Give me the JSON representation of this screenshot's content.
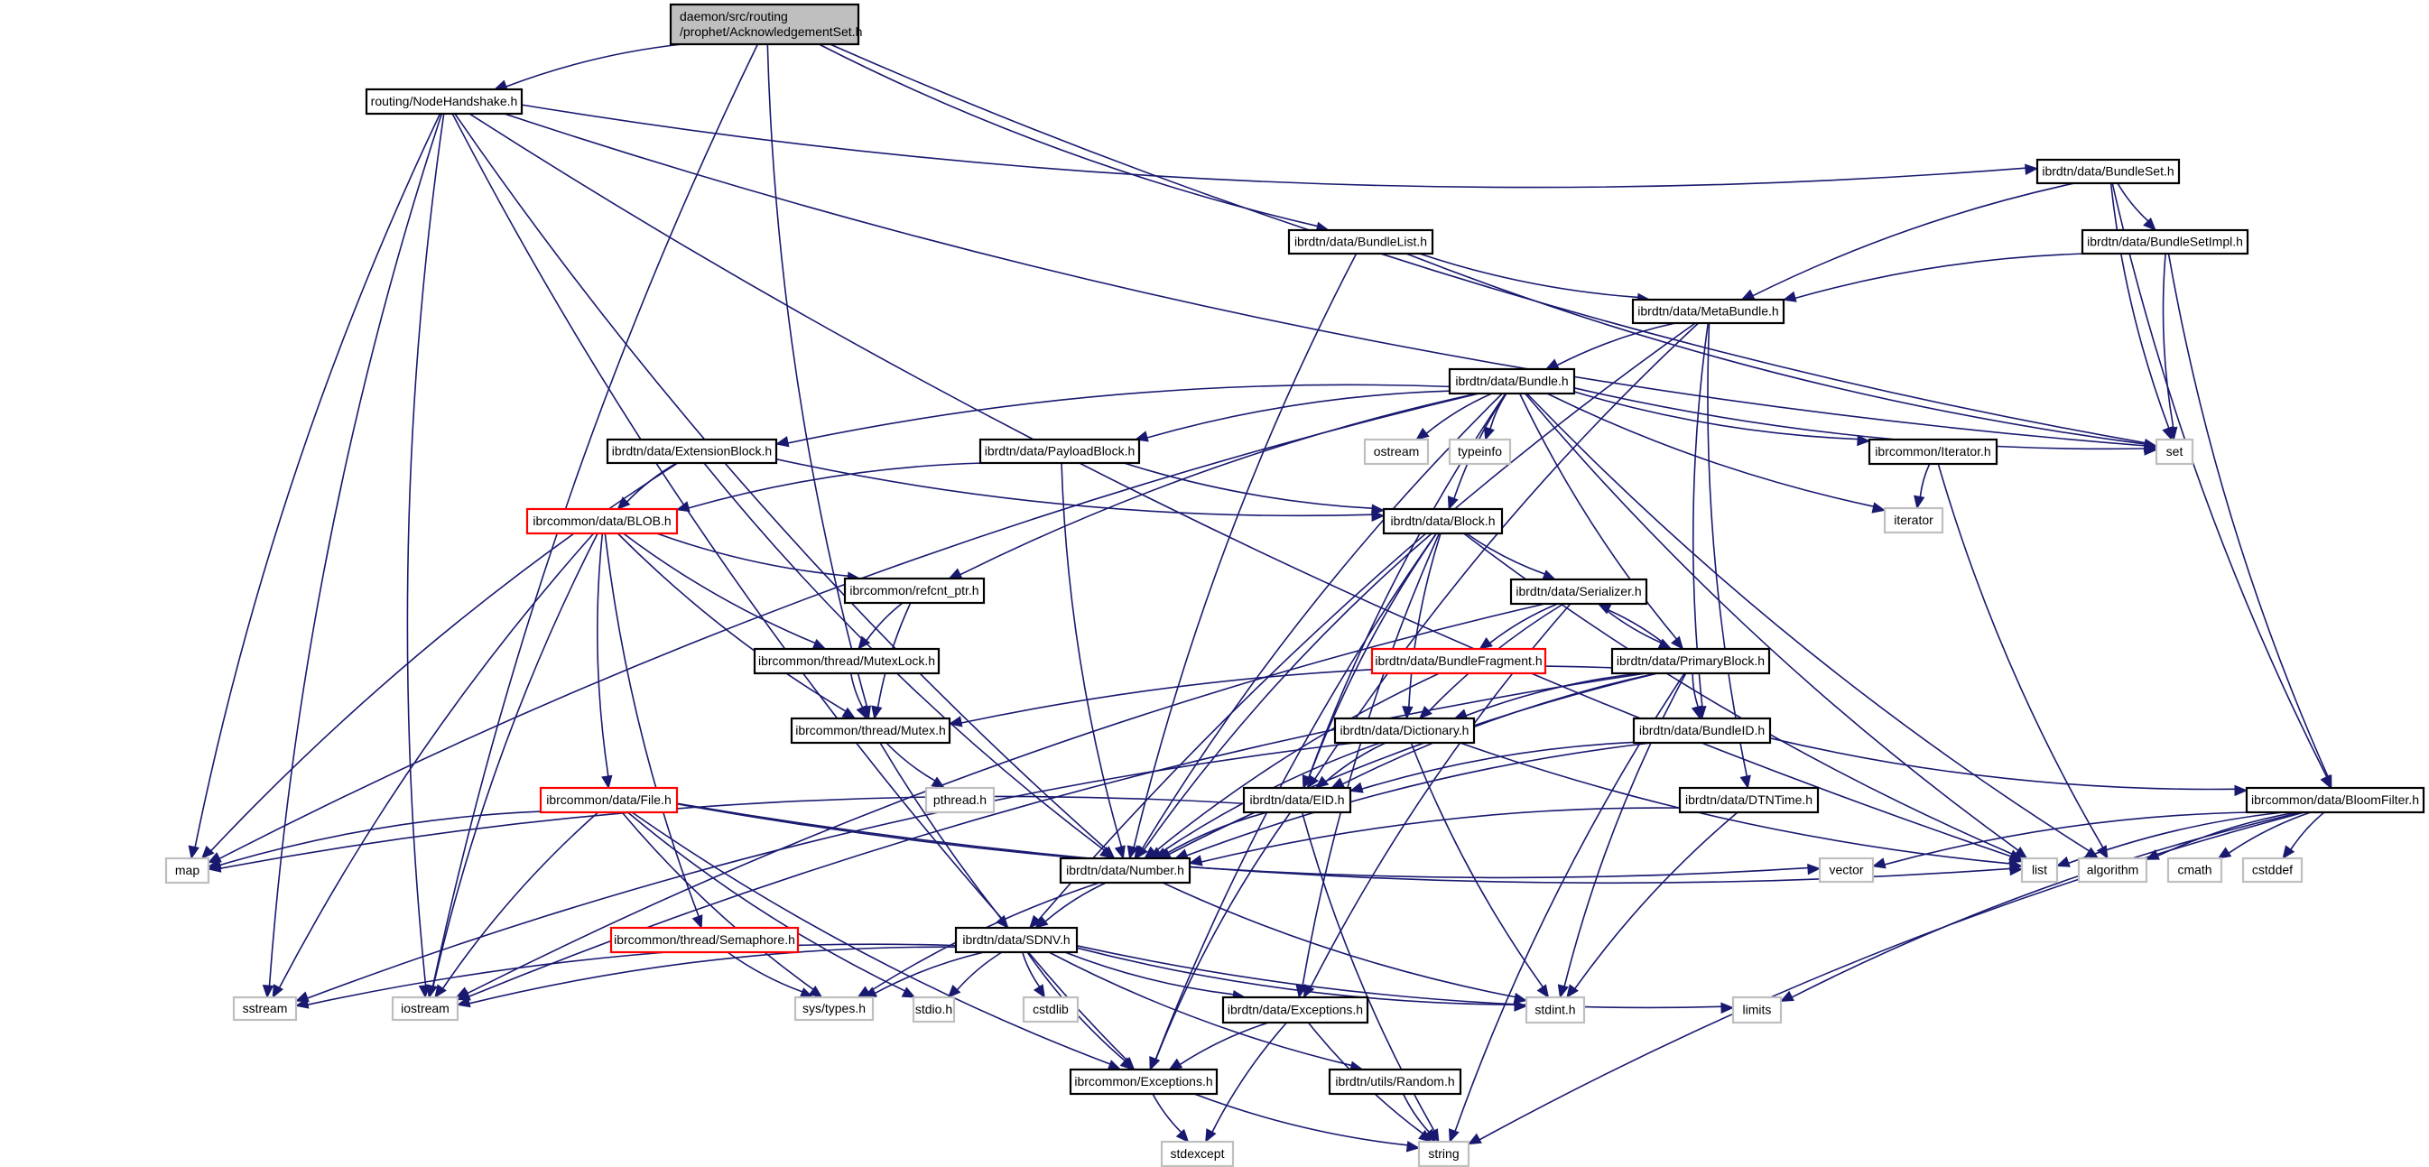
{
  "title": "Include dependency graph for AcknowledgementSet.h",
  "colors": {
    "edge": "#191970",
    "root_fill": "#bfbfbf",
    "root_border": "#000000",
    "normal_border": "#000000",
    "red_border": "#ff0000",
    "system_border": "#bfbfbf",
    "fill": "#ffffff"
  },
  "nodes": [
    {
      "id": "root",
      "label": [
        "daemon/src/routing",
        "/prophet/AcknowledgementSet.h"
      ],
      "kind": "root"
    },
    {
      "id": "nodehandshake",
      "label": [
        "routing/NodeHandshake.h"
      ],
      "kind": "normal"
    },
    {
      "id": "bundleset",
      "label": [
        "ibrdtn/data/BundleSet.h"
      ],
      "kind": "normal"
    },
    {
      "id": "bundlelist",
      "label": [
        "ibrdtn/data/BundleList.h"
      ],
      "kind": "normal"
    },
    {
      "id": "bundlesetimpl",
      "label": [
        "ibrdtn/data/BundleSetImpl.h"
      ],
      "kind": "normal"
    },
    {
      "id": "metabundle",
      "label": [
        "ibrdtn/data/MetaBundle.h"
      ],
      "kind": "normal"
    },
    {
      "id": "bundle",
      "label": [
        "ibrdtn/data/Bundle.h"
      ],
      "kind": "normal"
    },
    {
      "id": "extensionblock",
      "label": [
        "ibrdtn/data/ExtensionBlock.h"
      ],
      "kind": "normal"
    },
    {
      "id": "payloadblock",
      "label": [
        "ibrdtn/data/PayloadBlock.h"
      ],
      "kind": "normal"
    },
    {
      "id": "ostream",
      "label": [
        "ostream"
      ],
      "kind": "system"
    },
    {
      "id": "typeinfo",
      "label": [
        "typeinfo"
      ],
      "kind": "system"
    },
    {
      "id": "iterator_h",
      "label": [
        "ibrcommon/Iterator.h"
      ],
      "kind": "normal"
    },
    {
      "id": "set",
      "label": [
        "set"
      ],
      "kind": "system"
    },
    {
      "id": "iterator",
      "label": [
        "iterator"
      ],
      "kind": "system"
    },
    {
      "id": "blob",
      "label": [
        "ibrcommon/data/BLOB.h"
      ],
      "kind": "red"
    },
    {
      "id": "block",
      "label": [
        "ibrdtn/data/Block.h"
      ],
      "kind": "normal"
    },
    {
      "id": "refcnt",
      "label": [
        "ibrcommon/refcnt_ptr.h"
      ],
      "kind": "normal"
    },
    {
      "id": "serializer",
      "label": [
        "ibrdtn/data/Serializer.h"
      ],
      "kind": "normal"
    },
    {
      "id": "mutexlock",
      "label": [
        "ibrcommon/thread/MutexLock.h"
      ],
      "kind": "normal"
    },
    {
      "id": "bundlefragment",
      "label": [
        "ibrdtn/data/BundleFragment.h"
      ],
      "kind": "red"
    },
    {
      "id": "primaryblock",
      "label": [
        "ibrdtn/data/PrimaryBlock.h"
      ],
      "kind": "normal"
    },
    {
      "id": "mutex",
      "label": [
        "ibrcommon/thread/Mutex.h"
      ],
      "kind": "normal"
    },
    {
      "id": "dictionary",
      "label": [
        "ibrdtn/data/Dictionary.h"
      ],
      "kind": "normal"
    },
    {
      "id": "bundleid",
      "label": [
        "ibrdtn/data/BundleID.h"
      ],
      "kind": "normal"
    },
    {
      "id": "pthread",
      "label": [
        "pthread.h"
      ],
      "kind": "system"
    },
    {
      "id": "file",
      "label": [
        "ibrcommon/data/File.h"
      ],
      "kind": "red"
    },
    {
      "id": "eid",
      "label": [
        "ibrdtn/data/EID.h"
      ],
      "kind": "normal"
    },
    {
      "id": "dtntime",
      "label": [
        "ibrdtn/data/DTNTime.h"
      ],
      "kind": "normal"
    },
    {
      "id": "bloomfilter",
      "label": [
        "ibrcommon/data/BloomFilter.h"
      ],
      "kind": "normal"
    },
    {
      "id": "map",
      "label": [
        "map"
      ],
      "kind": "system"
    },
    {
      "id": "number",
      "label": [
        "ibrdtn/data/Number.h"
      ],
      "kind": "normal"
    },
    {
      "id": "vector",
      "label": [
        "vector"
      ],
      "kind": "system"
    },
    {
      "id": "list",
      "label": [
        "list"
      ],
      "kind": "system"
    },
    {
      "id": "algorithm",
      "label": [
        "algorithm"
      ],
      "kind": "system"
    },
    {
      "id": "cmath",
      "label": [
        "cmath"
      ],
      "kind": "system"
    },
    {
      "id": "cstddef",
      "label": [
        "cstddef"
      ],
      "kind": "system"
    },
    {
      "id": "semaphore",
      "label": [
        "ibrcommon/thread/Semaphore.h"
      ],
      "kind": "red"
    },
    {
      "id": "sdnv",
      "label": [
        "ibrdtn/data/SDNV.h"
      ],
      "kind": "normal"
    },
    {
      "id": "sstream",
      "label": [
        "sstream"
      ],
      "kind": "system"
    },
    {
      "id": "iostream",
      "label": [
        "iostream"
      ],
      "kind": "system"
    },
    {
      "id": "systypes",
      "label": [
        "sys/types.h"
      ],
      "kind": "system"
    },
    {
      "id": "stdio",
      "label": [
        "stdio.h"
      ],
      "kind": "system"
    },
    {
      "id": "cstdlib",
      "label": [
        "cstdlib"
      ],
      "kind": "system"
    },
    {
      "id": "exceptions_data",
      "label": [
        "ibrdtn/data/Exceptions.h"
      ],
      "kind": "normal"
    },
    {
      "id": "stdint",
      "label": [
        "stdint.h"
      ],
      "kind": "system"
    },
    {
      "id": "limits",
      "label": [
        "limits"
      ],
      "kind": "system"
    },
    {
      "id": "exceptions_common",
      "label": [
        "ibrcommon/Exceptions.h"
      ],
      "kind": "normal"
    },
    {
      "id": "random",
      "label": [
        "ibrdtn/utils/Random.h"
      ],
      "kind": "normal"
    },
    {
      "id": "stdexcept",
      "label": [
        "stdexcept"
      ],
      "kind": "system"
    },
    {
      "id": "string",
      "label": [
        "string"
      ],
      "kind": "system"
    }
  ],
  "edges": [
    [
      "root",
      "nodehandshake"
    ],
    [
      "root",
      "bundlelist"
    ],
    [
      "root",
      "set"
    ],
    [
      "root",
      "iostream"
    ],
    [
      "root",
      "mutex"
    ],
    [
      "nodehandshake",
      "bundleset"
    ],
    [
      "nodehandshake",
      "set"
    ],
    [
      "nodehandshake",
      "list"
    ],
    [
      "nodehandshake",
      "map"
    ],
    [
      "nodehandshake",
      "sstream"
    ],
    [
      "nodehandshake",
      "iostream"
    ],
    [
      "nodehandshake",
      "number"
    ],
    [
      "nodehandshake",
      "sdnv"
    ],
    [
      "bundleset",
      "bundlesetimpl"
    ],
    [
      "bundleset",
      "metabundle"
    ],
    [
      "bundleset",
      "set"
    ],
    [
      "bundleset",
      "bloomfilter"
    ],
    [
      "bundlelist",
      "metabundle"
    ],
    [
      "bundlelist",
      "set"
    ],
    [
      "bundlelist",
      "number"
    ],
    [
      "bundlesetimpl",
      "metabundle"
    ],
    [
      "bundlesetimpl",
      "set"
    ],
    [
      "bundlesetimpl",
      "bloomfilter"
    ],
    [
      "metabundle",
      "bundle"
    ],
    [
      "metabundle",
      "eid"
    ],
    [
      "metabundle",
      "bundleid"
    ],
    [
      "metabundle",
      "dtntime"
    ],
    [
      "metabundle",
      "sdnv"
    ],
    [
      "bundle",
      "extensionblock"
    ],
    [
      "bundle",
      "payloadblock"
    ],
    [
      "bundle",
      "ostream"
    ],
    [
      "bundle",
      "typeinfo"
    ],
    [
      "bundle",
      "iterator_h"
    ],
    [
      "bundle",
      "set"
    ],
    [
      "bundle",
      "iterator"
    ],
    [
      "bundle",
      "block"
    ],
    [
      "bundle",
      "primaryblock"
    ],
    [
      "bundle",
      "eid"
    ],
    [
      "bundle",
      "refcnt"
    ],
    [
      "bundle",
      "list"
    ],
    [
      "bundle",
      "algorithm"
    ],
    [
      "bundle",
      "map"
    ],
    [
      "bundle",
      "number"
    ],
    [
      "extensionblock",
      "blob"
    ],
    [
      "extensionblock",
      "block"
    ],
    [
      "extensionblock",
      "map"
    ],
    [
      "extensionblock",
      "number"
    ],
    [
      "payloadblock",
      "blob"
    ],
    [
      "payloadblock",
      "block"
    ],
    [
      "payloadblock",
      "number"
    ],
    [
      "iterator_h",
      "iterator"
    ],
    [
      "iterator_h",
      "algorithm"
    ],
    [
      "blob",
      "refcnt"
    ],
    [
      "blob",
      "mutexlock"
    ],
    [
      "blob",
      "mutex"
    ],
    [
      "blob",
      "file"
    ],
    [
      "blob",
      "semaphore"
    ],
    [
      "blob",
      "sstream"
    ],
    [
      "blob",
      "iostream"
    ],
    [
      "block",
      "serializer"
    ],
    [
      "block",
      "dictionary"
    ],
    [
      "block",
      "eid"
    ],
    [
      "block",
      "number"
    ],
    [
      "block",
      "list"
    ],
    [
      "block",
      "exceptions_data"
    ],
    [
      "block",
      "exceptions_common"
    ],
    [
      "refcnt",
      "mutexlock"
    ],
    [
      "refcnt",
      "mutex"
    ],
    [
      "serializer",
      "bundlefragment"
    ],
    [
      "serializer",
      "primaryblock"
    ],
    [
      "serializer",
      "dictionary"
    ],
    [
      "serializer",
      "exceptions_data"
    ],
    [
      "serializer",
      "iostream"
    ],
    [
      "mutexlock",
      "mutex"
    ],
    [
      "bundlefragment",
      "number"
    ],
    [
      "primaryblock",
      "serializer"
    ],
    [
      "primaryblock",
      "bundleid"
    ],
    [
      "primaryblock",
      "dictionary"
    ],
    [
      "primaryblock",
      "eid"
    ],
    [
      "primaryblock",
      "mutex"
    ],
    [
      "primaryblock",
      "number"
    ],
    [
      "primaryblock",
      "stdint"
    ],
    [
      "primaryblock",
      "string"
    ],
    [
      "primaryblock",
      "iostream"
    ],
    [
      "mutex",
      "pthread"
    ],
    [
      "mutex",
      "exceptions_common"
    ],
    [
      "dictionary",
      "eid"
    ],
    [
      "dictionary",
      "number"
    ],
    [
      "dictionary",
      "list"
    ],
    [
      "dictionary",
      "stdint"
    ],
    [
      "dictionary",
      "sstream"
    ],
    [
      "bundleid",
      "eid"
    ],
    [
      "bundleid",
      "number"
    ],
    [
      "bundleid",
      "bloomfilter"
    ],
    [
      "file",
      "map"
    ],
    [
      "file",
      "list"
    ],
    [
      "file",
      "vector"
    ],
    [
      "file",
      "iostream"
    ],
    [
      "file",
      "systypes"
    ],
    [
      "file",
      "stdio"
    ],
    [
      "file",
      "exceptions_common"
    ],
    [
      "eid",
      "number"
    ],
    [
      "eid",
      "map"
    ],
    [
      "eid",
      "exceptions_common"
    ],
    [
      "eid",
      "string"
    ],
    [
      "dtntime",
      "number"
    ],
    [
      "dtntime",
      "stdint"
    ],
    [
      "bloomfilter",
      "vector"
    ],
    [
      "bloomfilter",
      "list"
    ],
    [
      "bloomfilter",
      "algorithm"
    ],
    [
      "bloomfilter",
      "cmath"
    ],
    [
      "bloomfilter",
      "cstddef"
    ],
    [
      "bloomfilter",
      "limits"
    ],
    [
      "bloomfilter",
      "string"
    ],
    [
      "number",
      "sdnv"
    ],
    [
      "number",
      "stdint"
    ],
    [
      "number",
      "systypes"
    ],
    [
      "semaphore",
      "systypes"
    ],
    [
      "sdnv",
      "sstream"
    ],
    [
      "sdnv",
      "iostream"
    ],
    [
      "sdnv",
      "systypes"
    ],
    [
      "sdnv",
      "stdio"
    ],
    [
      "sdnv",
      "cstdlib"
    ],
    [
      "sdnv",
      "exceptions_data"
    ],
    [
      "sdnv",
      "exceptions_common"
    ],
    [
      "sdnv",
      "stdint"
    ],
    [
      "sdnv",
      "limits"
    ],
    [
      "sdnv",
      "random"
    ],
    [
      "exceptions_data",
      "exceptions_common"
    ],
    [
      "exceptions_data",
      "stdexcept"
    ],
    [
      "exceptions_data",
      "string"
    ],
    [
      "exceptions_common",
      "stdexcept"
    ],
    [
      "exceptions_common",
      "string"
    ],
    [
      "random",
      "string"
    ]
  ]
}
